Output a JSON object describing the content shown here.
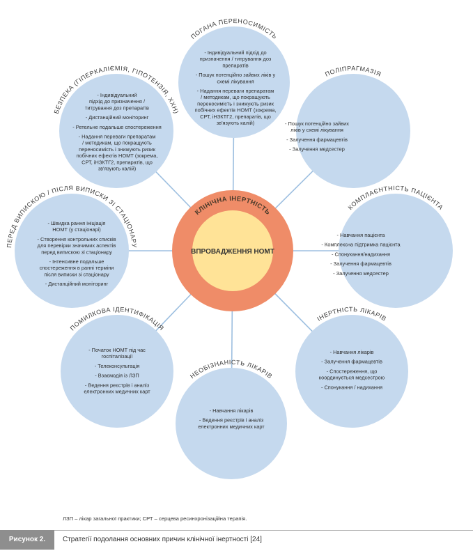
{
  "center": {
    "arc_text": "Клінічна інертність",
    "label": "Впровадження НОМТ"
  },
  "nodes": [
    {
      "title": "Погана переносимість",
      "items": [
        [
          "- Індивідуальний підхід до",
          "призначення / титрування доз",
          "препаратів"
        ],
        [
          "- Пошук потенційно зайвих ліків у",
          "схемі лікування"
        ],
        [
          "- Надання переваги препаратам",
          "/ методикам, що покращують",
          "переносимість і знижують ризик",
          "побічних ефектів НОМТ (зокрема,",
          "СРТ, іНЗКТГ2, препаратів, що",
          "зв'язують калій)"
        ]
      ]
    },
    {
      "title": "Поліпрагмазія",
      "items": [
        [
          "- Пошук потенційно зайвих",
          "ліків у схемі лікування"
        ],
        [
          "- Залучення фармацевтів"
        ],
        [
          "- Залучення медсестер"
        ]
      ]
    },
    {
      "title": "Комплаєнтність пацієнта",
      "items": [
        [
          "- Навчання пацієнта"
        ],
        [
          "- Комплексна підтримка пацієнта"
        ],
        [
          "- Спонукання/надихання"
        ],
        [
          "- Залучення фармацевтів"
        ],
        [
          "- Залучення медсестер"
        ]
      ]
    },
    {
      "title": "Інертність лікарів",
      "items": [
        [
          "- Навчання лікарів"
        ],
        [
          "- Залучення фармацевтів"
        ],
        [
          "- Спостереження, що",
          "координується медсестрою"
        ],
        [
          "- Спонукання / надихання"
        ]
      ]
    },
    {
      "title": "Необізнаність лікарів",
      "items": [
        [
          "- Навчання лікарів"
        ],
        [
          "- Ведення реєстрів і аналіз",
          "електронних медичних карт"
        ]
      ]
    },
    {
      "title": "Помилкова ідентифікація",
      "items": [
        [
          "- Початок НОМТ під час",
          "госпіталізації"
        ],
        [
          "- Телеконсультація"
        ],
        [
          "- Взаємодія із ЛЗП"
        ],
        [
          "- Ведення реєстрів і аналіз",
          "електронних медичних карт"
        ]
      ]
    },
    {
      "title": "Перед випискою / після виписки зі стаціонару",
      "items": [
        [
          "- Швидка рання ініціація",
          "НОМТ (у стаціонарі)"
        ],
        [
          "- Створення контрольних списків",
          "для перевірки значимих аспектів",
          "перед випискою зі стаціонару"
        ],
        [
          "- Інтенсивне подальше",
          "спостереження в ранні терміни",
          "після виписки зі стаціонару"
        ],
        [
          "- Дистанційний моніторинг"
        ]
      ]
    },
    {
      "title": "Безпека (гіперкаліємія, гіпотензія, ХХН)",
      "items": [
        [
          "- Індивідуальний",
          "підхід до призначення /",
          "титрування доз препаратів"
        ],
        [
          "- Дистанційний моніторинг"
        ],
        [
          "- Ретельне подальше спостереження"
        ],
        [
          "- Надання переваги препаратам",
          "/ методикам, що покращують",
          "переносимість і знижують ризик",
          "побічних ефектів НОМТ (зокрема,",
          "СРТ, іНЗКТГ2, препаратів, що",
          "зв'язують калій)"
        ]
      ]
    }
  ],
  "footnote": "ЛЗП – лікар загальної практики; СРТ – серцева ресинхронізаційна терапія.",
  "figure": {
    "label": "Рисунок 2.",
    "caption": "Стратегії подолання основних причин клінічної інертності [24]"
  }
}
